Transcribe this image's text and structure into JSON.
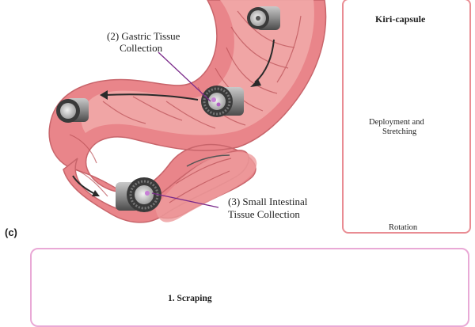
{
  "labels": {
    "gastric_line1": "(2) Gastric Tissue",
    "gastric_line2": "Collection",
    "small_line1": "(3) Small Intestinal",
    "small_line2": "Tissue Collection",
    "kiri_capsule": "Kiri-capsule",
    "deploy_line1": "Deployment and",
    "deploy_line2": "Stretching",
    "rotation": "Rotation",
    "panel_c": "(c)",
    "scraping": "1.  Scraping"
  },
  "colors": {
    "tissue_outer": "#e9858a",
    "tissue_inner": "#f1aaa9",
    "tissue_fold": "#b94f55",
    "panel_right_border": "#e98c93",
    "panel_bottom_border": "#e9a9d6",
    "capsule_dark": "#3a3a3a",
    "capsule_gray": "#9a9a9a",
    "leader_line": "#7a2a8a",
    "stain_purple": "#c77fd6"
  },
  "icons": [
    "capsule-icon",
    "arrow-icon",
    "microscope-icon",
    "petri-dish-icon",
    "rotation-arrow-icon"
  ]
}
